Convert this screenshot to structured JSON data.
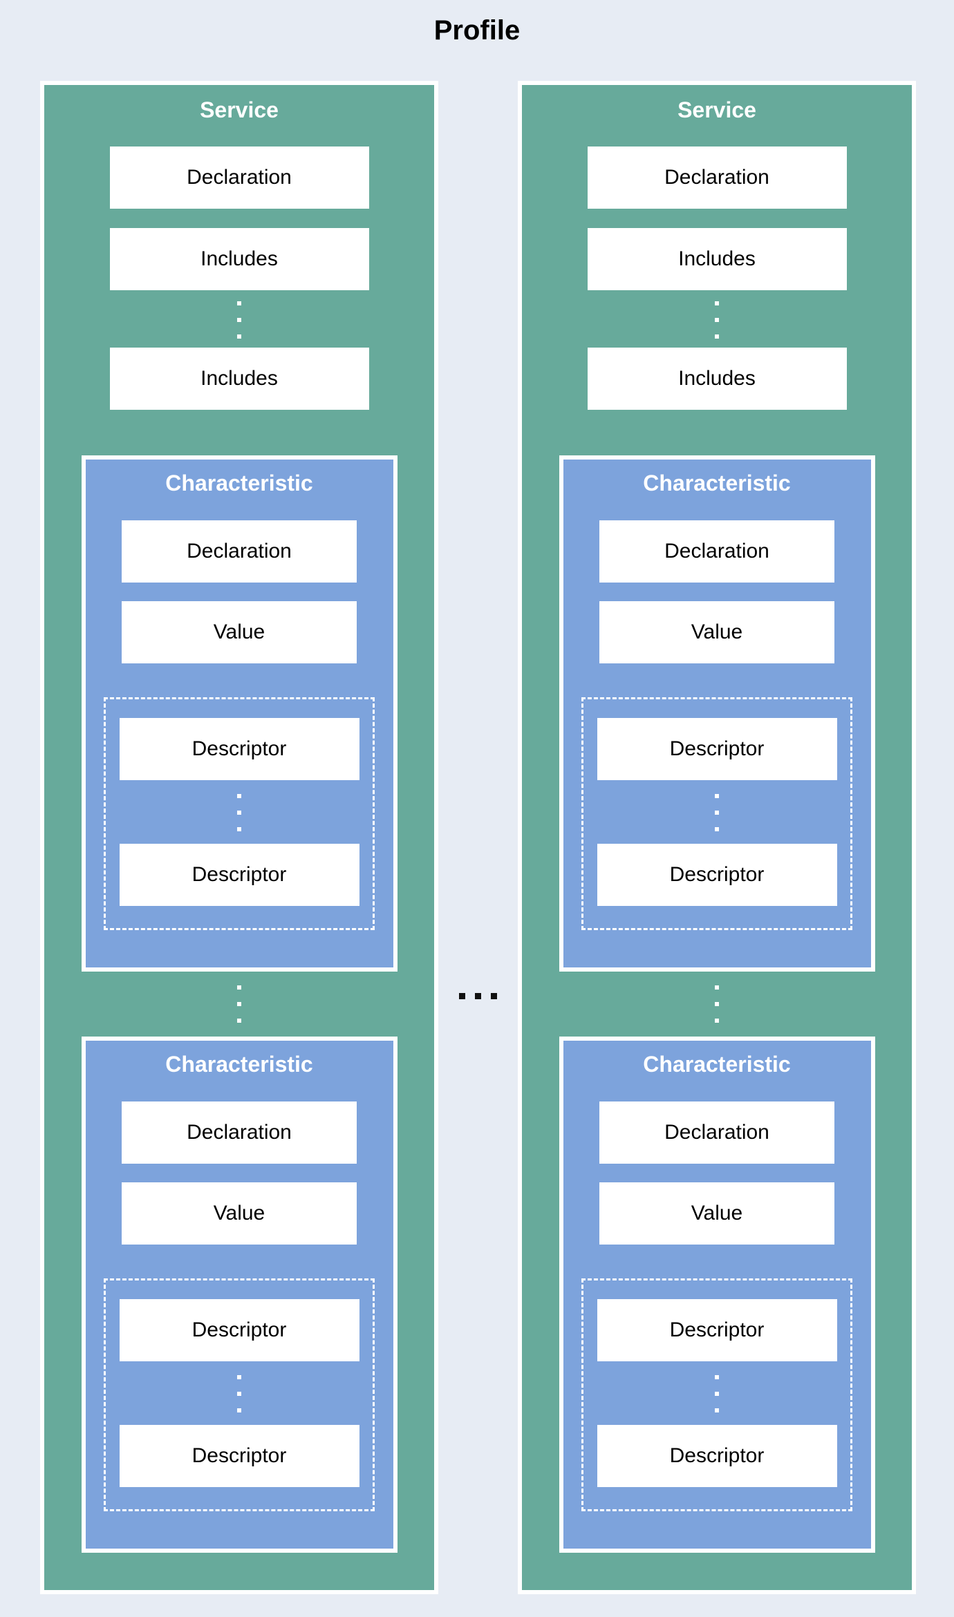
{
  "title": "Profile",
  "colors": {
    "background": "#e7ecf4",
    "service_green": "#67aa9b",
    "characteristic_blue": "#7da3dc",
    "box_white": "#ffffff",
    "heading_text": "#ffffff",
    "body_text": "#000000"
  },
  "icons": {
    "vertical_ellipsis": "⋮",
    "horizontal_ellipsis": "⋯"
  },
  "services": [
    {
      "label": "Service",
      "declaration_label": "Declaration",
      "includes_first_label": "Includes",
      "includes_last_label": "Includes",
      "characteristics": [
        {
          "label": "Characteristic",
          "declaration_label": "Declaration",
          "value_label": "Value",
          "descriptor_first_label": "Descriptor",
          "descriptor_last_label": "Descriptor"
        },
        {
          "label": "Characteristic",
          "declaration_label": "Declaration",
          "value_label": "Value",
          "descriptor_first_label": "Descriptor",
          "descriptor_last_label": "Descriptor"
        }
      ]
    },
    {
      "label": "Service",
      "declaration_label": "Declaration",
      "includes_first_label": "Includes",
      "includes_last_label": "Includes",
      "characteristics": [
        {
          "label": "Characteristic",
          "declaration_label": "Declaration",
          "value_label": "Value",
          "descriptor_first_label": "Descriptor",
          "descriptor_last_label": "Descriptor"
        },
        {
          "label": "Characteristic",
          "declaration_label": "Declaration",
          "value_label": "Value",
          "descriptor_first_label": "Descriptor",
          "descriptor_last_label": "Descriptor"
        }
      ]
    }
  ]
}
